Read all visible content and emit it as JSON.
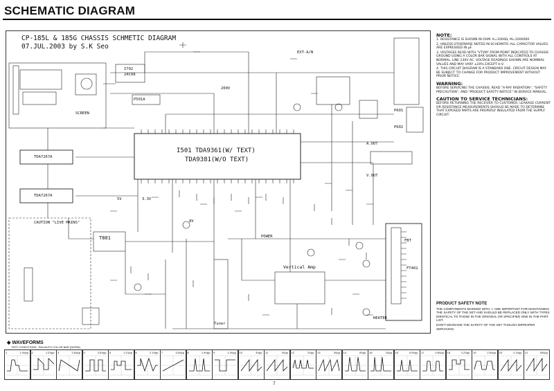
{
  "header": {
    "title": "SCHEMATIC DIAGRAM"
  },
  "schematic": {
    "title_line1": "CP-185L & 185G CHASSIS SCHMETIC DIAGRAM",
    "title_line2": "07.JUL.2003 by S.K Seo",
    "main_ic_line1": "I501 TDA9361(W/ TEXT)",
    "main_ic_line2": "TDA9381(W/O TEXT)",
    "labels": {
      "ic1": "TDA7267A",
      "ic2": "TDA7267A",
      "i702": "I702",
      "i702b": "24C08",
      "t801": "T801",
      "caution_mains": "CAUTION \"LIVE MAINS\"",
      "vert_amp": "Vertical Amp",
      "tuner": "Tuner",
      "fbt": "FBT",
      "ft402": "FT402",
      "p601": "P601",
      "p602": "P602",
      "p501a": "P501A",
      "heater": "HEATER",
      "b200v": "200V",
      "b5v": "5V",
      "b33v": "3.3V",
      "b8v": "8V",
      "power": "POWER",
      "screen": "SCREEN",
      "a_out": "A.OUT",
      "v_out": "V.OUT",
      "ext_av": "EXT-A/N"
    }
  },
  "notes": {
    "heading": "NOTE:",
    "items": [
      "1. RESISTANCE IS SHOWN IN OHM. K=1000Ω, M=1000000",
      "2. UNLESS OTHERWISE NOTED IN SCHEMATIC ALL CAPACITOR VALUES ARE EXPRESSED IN µF.",
      "3. VOLTAGES READ WITH \"VTVM\" FROM POINT INDICATED TO CHASSIS GROUND USING A COLOR BAR SIGNAL WITH ALL CONTROLS AT NORMAL. LINE 230V AC. VOLTAGE READINGS SHOWN ARE NOMINAL VALUES AND MAY VARY ±20% EXCEPT H.V.",
      "4. THIS CIRCUIT DIAGRAM IS A STANDARD ONE. CIRCUIT DESIGN MAY BE SUBJECT TO CHANGE FOR PRODUCT IMPROVEMENT WITHOUT PRIOR NOTICE."
    ],
    "warning_heading": "WARNING:",
    "warning_text": "BEFORE SERVICING THE CHASSIS, READ \"X-RAY RADIATION\", \"SAFETY PRECAUTION\", AND \"PRODUCT SAFETY NOTICE\" IN SERVICE MANUAL.",
    "caution_heading": "CAUTION TO SERVICE TECHNICIANS:",
    "caution_text": "BEFORE RETURNING THE RECEIVER TO CUSTOMER, LEAKAGE CURRENT OR RESISTANCE MEASUREMENTS SHOULD BE MADE TO DETERMINE THAT EXPOSED PARTS ARE PROPERLY INSULATED FROM THE SUPPLY CIRCUIT."
  },
  "safety": {
    "heading": "PRODUCT SAFETY NOTE",
    "text1": "THE COMPONENTS MARKED WITH ⚠ ARE IMPORTANT FOR MAINTAINING THE SAFETY OF THE SET AND SHOULD BE REPLACED ONLY WITH TYPES IDENTICAL TO THOSE IN THE ORIGINAL OR SPECIFIED ONE IN THE PART LIST.",
    "text2": "DON'T DEGRADE THE SAFETY OF THE SET THOUGH IMPROPER SERVICING."
  },
  "waveforms": {
    "heading": "◆ WAVEFORMS",
    "subheading": "TEST CONDITIONS : PAL/AUTO COLOR BAR (NORM)",
    "items": [
      {
        "n": "1",
        "v": "1.4Vpp"
      },
      {
        "n": "2",
        "v": "1.2Vpp"
      },
      {
        "n": "3",
        "v": "1.6Vpp"
      },
      {
        "n": "4",
        "v": "2.6Vpp"
      },
      {
        "n": "5",
        "v": "2.1Vpp"
      },
      {
        "n": "6",
        "v": "2.1Vpp"
      },
      {
        "n": "7",
        "v": "3.5Vpp"
      },
      {
        "n": "8",
        "v": "1.9Vpp"
      },
      {
        "n": "9",
        "v": "1.4Vpp"
      },
      {
        "n": "10",
        "v": "3Vpp"
      },
      {
        "n": "11",
        "v": "3Vpp"
      },
      {
        "n": "12",
        "v": "2Vpp"
      },
      {
        "n": "13",
        "v": "3Vpp"
      },
      {
        "n": "14",
        "v": "8Vpp"
      },
      {
        "n": "15",
        "v": "2Vpp"
      },
      {
        "n": "16",
        "v": "0.9Vpp"
      },
      {
        "n": "17",
        "v": "0.8Vpp"
      },
      {
        "n": "18",
        "v": "1.2Vpp"
      },
      {
        "n": "19",
        "v": "2.5Vpp"
      },
      {
        "n": "20",
        "v": "1.1Vpp"
      },
      {
        "n": "21",
        "v": "35Vpp"
      }
    ]
  },
  "page_number": "7"
}
